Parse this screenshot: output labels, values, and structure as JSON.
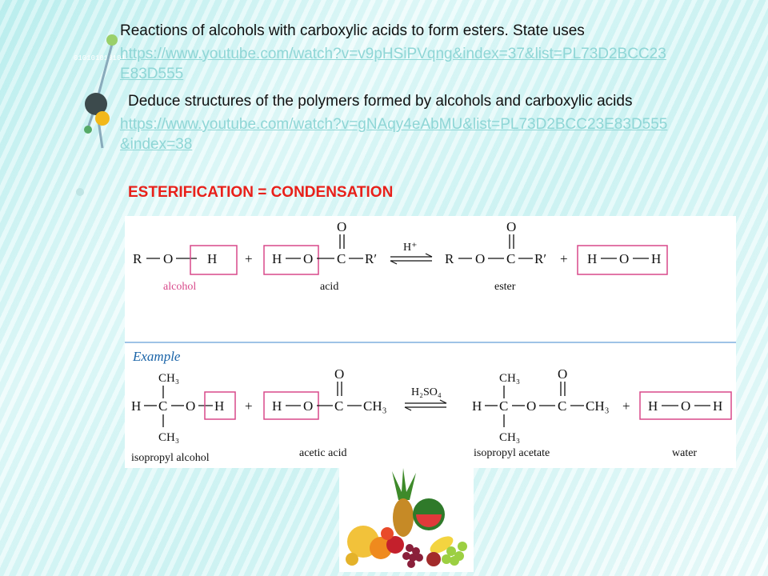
{
  "lines": {
    "title": "Reactions of alcohols with carboxylic acids to form esters. State uses",
    "link1_line1": "https://www.youtube.com/watch?v=v9pHSiPVqng&index=37&list=PL73D2BCC23",
    "link1_line2": "E83D555",
    "line2": "Deduce structures of the polymers formed by alcohols and carboxylic acids",
    "link2_line1": "https://www.youtube.com/watch?v=gNAqy4eAbMU&list=PL73D2BCC23E83D555",
    "link2_line2": "&index=38",
    "heading": "ESTERIFICATION = CONDENSATION"
  },
  "decoration": {
    "binary": "0101010101010"
  },
  "reaction": {
    "general": {
      "R": "R",
      "O": "O",
      "H": "H",
      "C": "C",
      "R_prime": "R′",
      "plus": "+",
      "catalyst": "H⁺",
      "alcohol_label": "alcohol",
      "acid_label": "acid",
      "ester_label": "ester"
    },
    "example": {
      "title": "Example",
      "CH3": "CH₃",
      "catalyst": "H₂SO₄",
      "isopropyl_alcohol": "isopropyl alcohol",
      "acetic_acid": "acetic acid",
      "isopropyl_acetate": "isopropyl acetate",
      "water": "water"
    }
  },
  "colors": {
    "box": "#d8488a",
    "heading": "#e8201a",
    "link": "#8fd6d6",
    "example_title": "#1a64a8"
  }
}
